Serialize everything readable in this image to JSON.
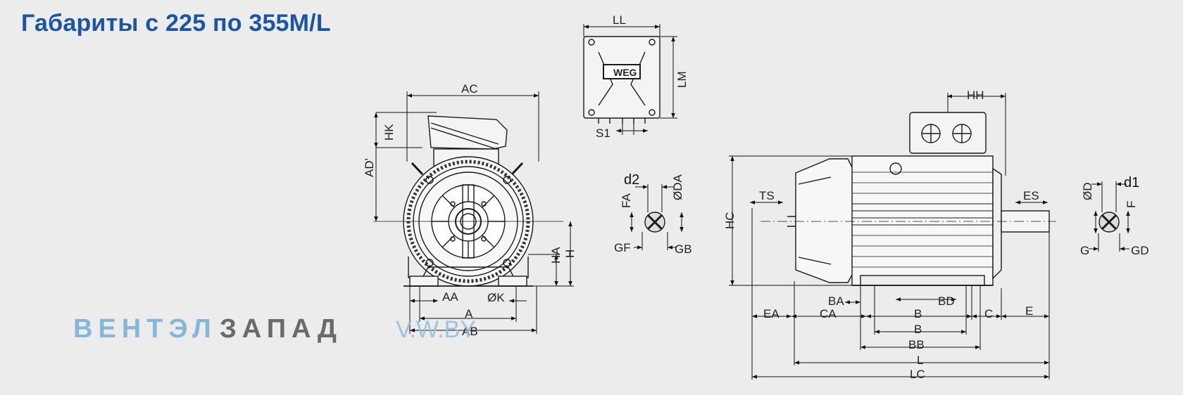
{
  "title": "Габариты с 225 по 355M/L",
  "watermark": {
    "part1": "ВЕНТЭЛ",
    "part2": "ЗАПАД",
    "site": "V.W.BY",
    "color1": "#86b6d8",
    "color2": "#6a6a6a"
  },
  "logo": "WEG",
  "front_view": {
    "AC": "AC",
    "HK": "HK",
    "AD": "AD'",
    "HA": "HA",
    "H": "H",
    "AA": "AA",
    "K": "ØK",
    "A": "A",
    "AB": "AB"
  },
  "terminal_box": {
    "LL": "LL",
    "LM": "LM",
    "S1": "S1"
  },
  "shaft_front": {
    "d2": "d2",
    "DA": "ØDA",
    "FA": "FA",
    "GF": "GF",
    "GB": "GB"
  },
  "side_view": {
    "HH": "HH",
    "HC": "HC",
    "TS": "TS",
    "ES": "ES",
    "BA": "BA",
    "BD": "BD",
    "EA": "EA",
    "CA": "CA",
    "B": "B",
    "C": "C",
    "E": "E",
    "B2": "B",
    "BB": "BB",
    "L": "L",
    "LC": "LC"
  },
  "shaft_rear": {
    "d1": "d1",
    "D": "ØD",
    "F": "F",
    "G": "G",
    "GD": "GD"
  },
  "colors": {
    "title": "#1a56a3",
    "line": "#1a1a1a",
    "background": "#ececec"
  }
}
